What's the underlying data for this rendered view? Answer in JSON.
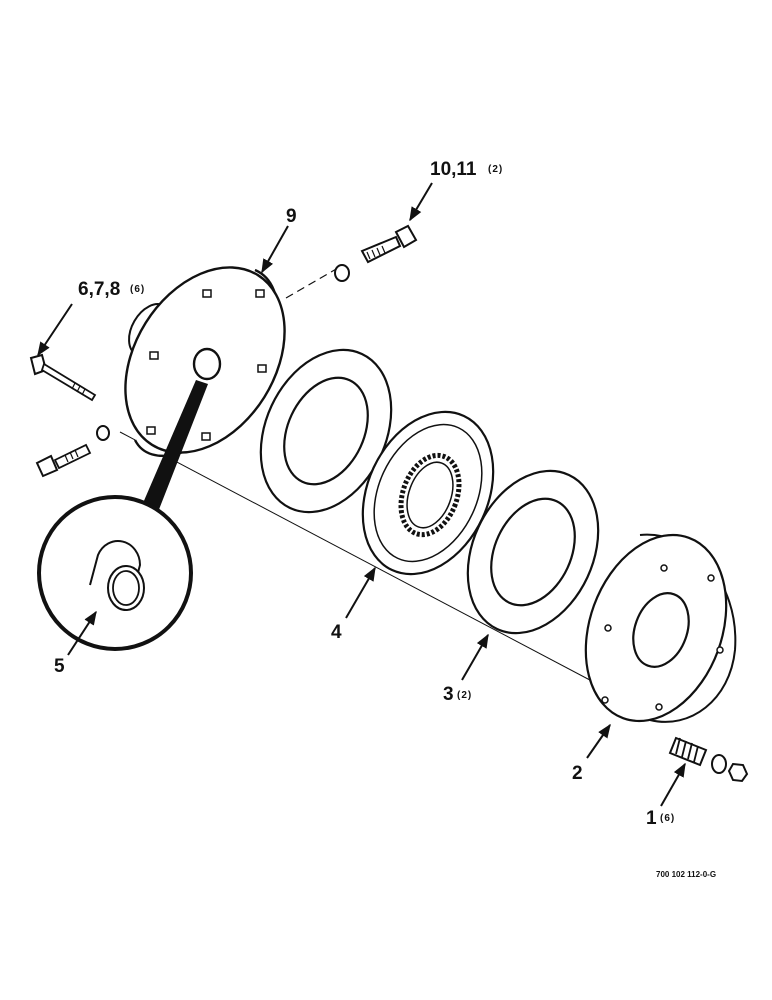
{
  "callouts": {
    "item_9": "9",
    "item_10_11": "10,11",
    "item_10_11_qty": "(2)",
    "item_6_7_8": "6,7,8",
    "item_6_7_8_qty": "(6)",
    "item_5": "5",
    "item_4": "4",
    "item_3": "3",
    "item_3_qty": "(2)",
    "item_2": "2",
    "item_1": "1",
    "item_1_qty": "(6)"
  },
  "drawing_number": "700 102 112-0-G"
}
